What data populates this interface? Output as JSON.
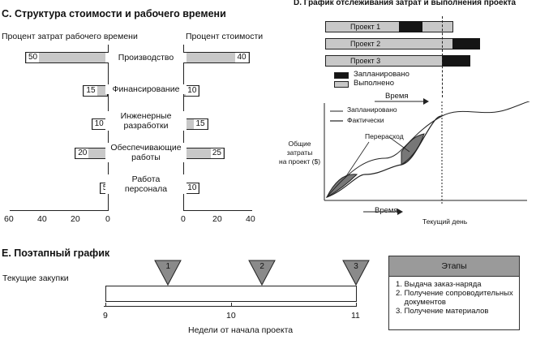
{
  "sectionC": {
    "title": "C. Структура стоимости и рабочего времени",
    "left_header": "Процент затрат рабочего времени",
    "right_header": "Процент стоимости",
    "rows": [
      {
        "label": "Производство",
        "labor": 50,
        "cost": 40
      },
      {
        "label": "Финансирование",
        "labor": 15,
        "cost": 10
      },
      {
        "label": "Инженерные\nразработки",
        "labor": 10,
        "cost": 15
      },
      {
        "label": "Обеспечивающие\nработы",
        "labor": 20,
        "cost": 25
      },
      {
        "label": "Работа\nперсонала",
        "labor": 5,
        "cost": 10
      }
    ],
    "left_ticks": [
      "60",
      "40",
      "20",
      "0"
    ],
    "right_ticks": [
      "0",
      "20",
      "40"
    ]
  },
  "sectionD": {
    "title": "D. График отслеживания затрат и выполнения проекта",
    "projects": [
      {
        "label": "Проект 1",
        "planned_end": 9,
        "done_end": 6.5
      },
      {
        "label": "Проект 2",
        "planned_end": 9,
        "done_end": 7.5
      },
      {
        "label": "Проект 3",
        "planned_end": 9,
        "done_end": 7.5
      }
    ],
    "legend": {
      "planned": "Запланировано",
      "done": "Выполнено"
    },
    "time_label_top": "Время",
    "curve_legend": {
      "planned": "Запланировано",
      "actual": "Фактически"
    },
    "overrun_label": "Перерасход",
    "y_label": "Общие\nзатраты\nна проект ($)",
    "time_label_bottom": "Время",
    "current_day_label": "Текущий день"
  },
  "sectionE": {
    "title": "E. Поэтапный график",
    "row_label": "Текущие закупки",
    "axis_ticks": [
      "9",
      "10",
      "11"
    ],
    "axis_label": "Недели от начала проекта",
    "milestones": [
      {
        "num": "1",
        "week": 9.5
      },
      {
        "num": "2",
        "week": 10.25
      },
      {
        "num": "3",
        "week": 11
      }
    ],
    "stages_title": "Этапы",
    "stages": [
      "1. Выдача заказ-наряда",
      "2. Получение сопроводительных\n    документов",
      "3. Получение материалов"
    ]
  }
}
